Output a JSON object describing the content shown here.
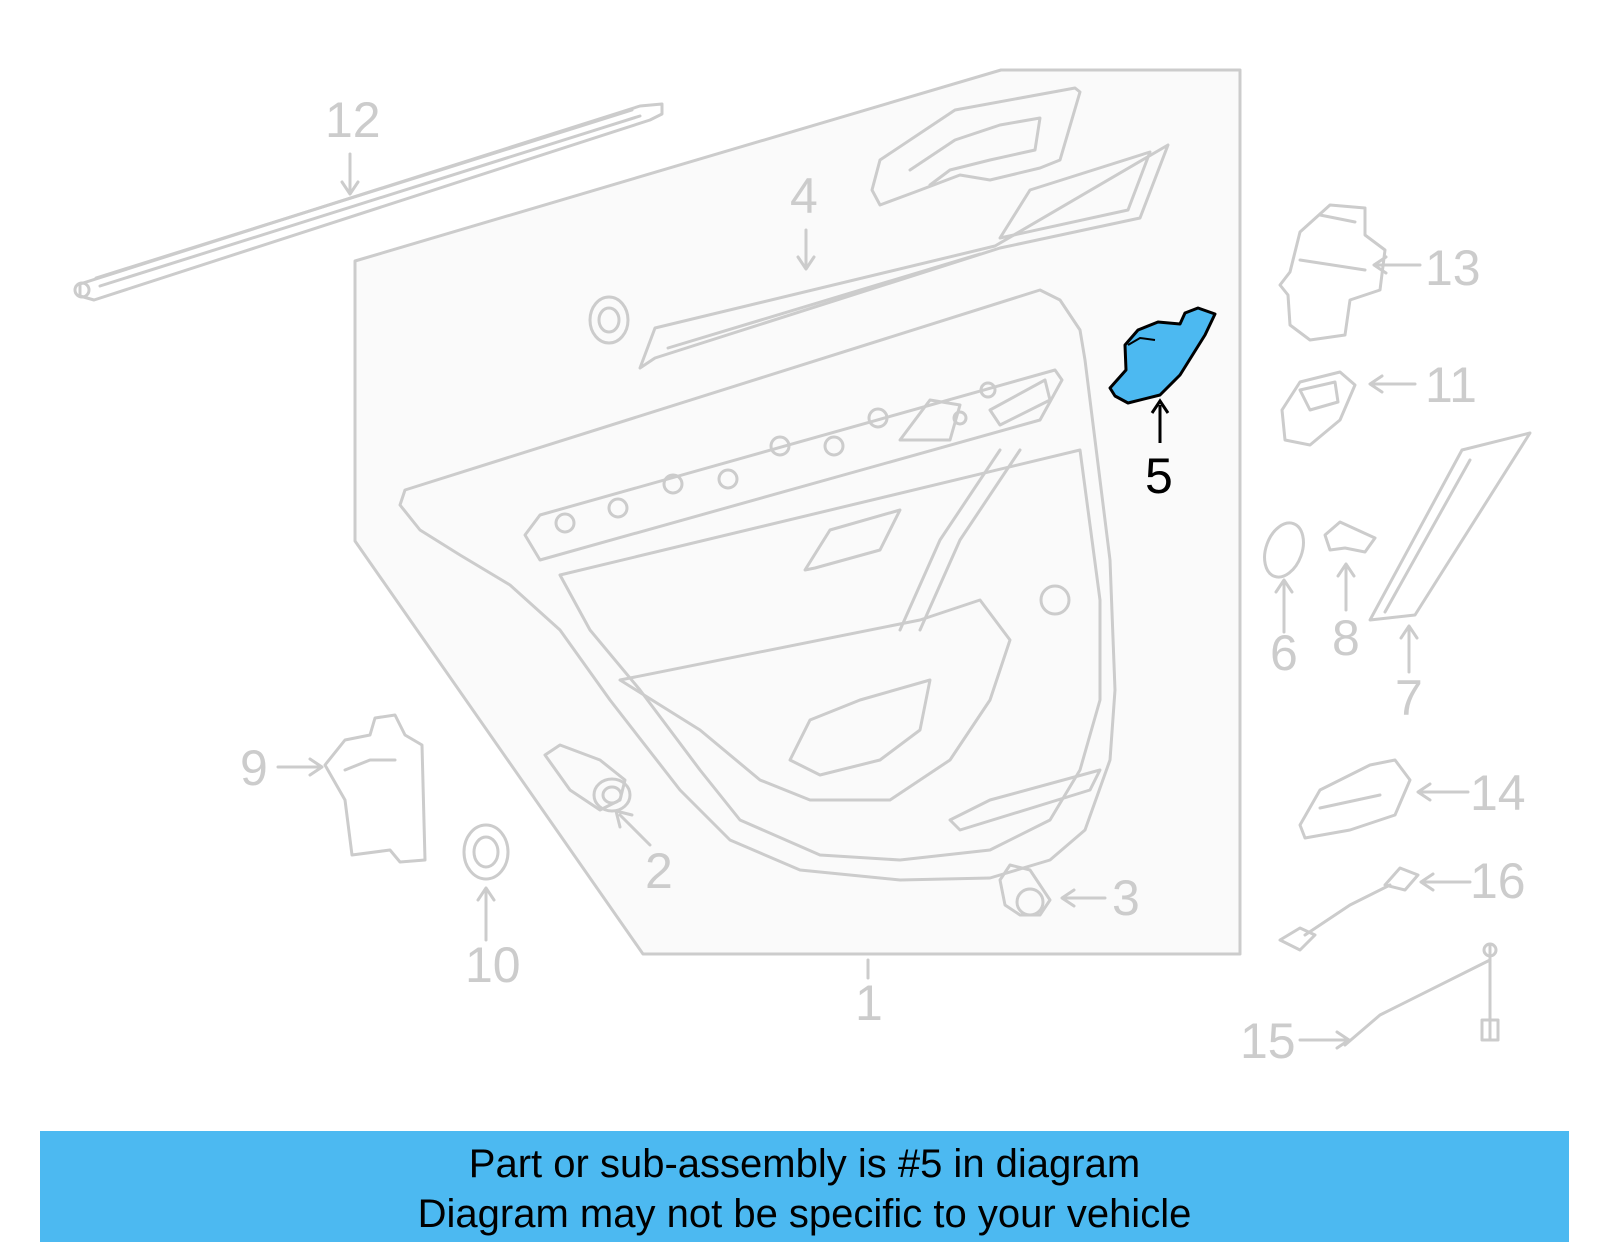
{
  "highlight_color": "#4cb9f1",
  "part_callouts": {
    "c1": "1",
    "c2": "2",
    "c3": "3",
    "c4": "4",
    "c5": "5",
    "c6": "6",
    "c7": "7",
    "c8": "8",
    "c9": "9",
    "c10": "10",
    "c11": "11",
    "c12": "12",
    "c13": "13",
    "c14": "14",
    "c15": "15",
    "c16": "16"
  },
  "highlighted_part": "5",
  "caption": {
    "line1": "Part or sub-assembly is #5 in diagram",
    "line2": "Diagram may not be specific to your vehicle"
  }
}
